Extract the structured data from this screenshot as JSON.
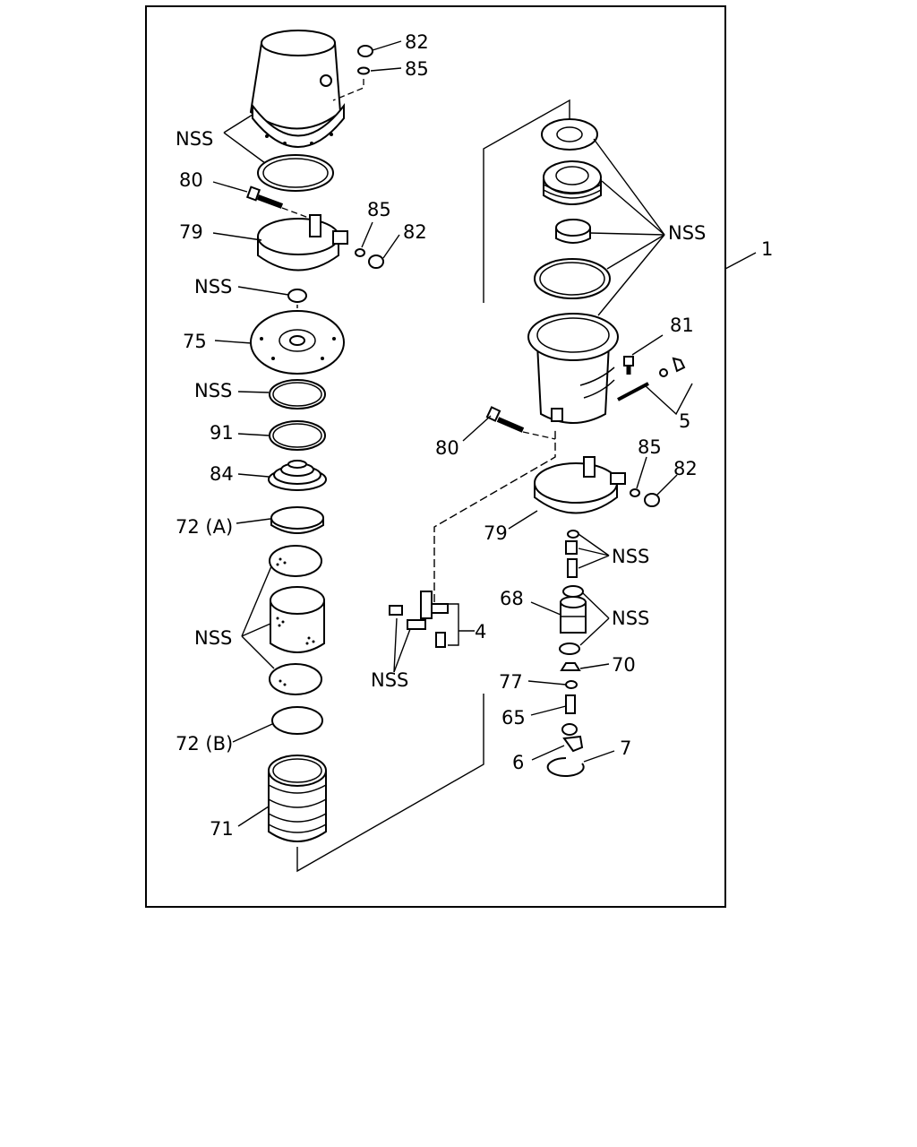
{
  "diagram": {
    "labels": {
      "c82a": "82",
      "c85a": "85",
      "nss_top": "NSS",
      "c80a": "80",
      "c79a": "79",
      "c85b": "85",
      "c82b": "82",
      "nss_washer": "NSS",
      "c75": "75",
      "nss_ring": "NSS",
      "c91": "91",
      "c84": "84",
      "c72a": "72 (A)",
      "nss_filter": "NSS",
      "c72b": "72 (B)",
      "c71": "71",
      "nss_bracket": "NSS",
      "c4": "4",
      "c1": "1",
      "nss_right": "NSS",
      "c81": "81",
      "c5": "5",
      "c80b": "80",
      "c85c": "85",
      "c82c": "82",
      "c79b": "79",
      "nss_spring": "NSS",
      "c68": "68",
      "nss_valve": "NSS",
      "c70": "70",
      "c77": "77",
      "c65": "65",
      "c6": "6",
      "c7": "7"
    }
  }
}
